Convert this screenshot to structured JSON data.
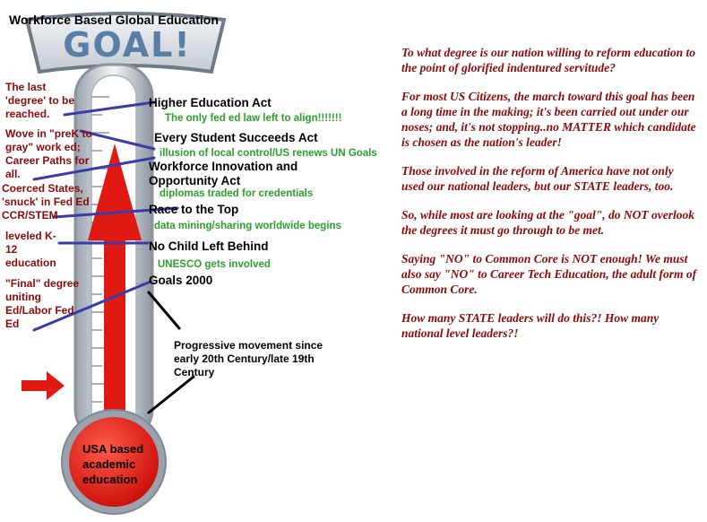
{
  "title": "Workforce Based Global Education",
  "goal_sign": "GOAL!",
  "acts": [
    {
      "label": "Higher Education Act"
    },
    {
      "label": "Every Student Succeeds Act"
    },
    {
      "label": "Workforce Innovation and Opportunity Act"
    },
    {
      "label": "Race to the Top"
    },
    {
      "label": "No Child Left Behind"
    },
    {
      "label": "Goals 2000"
    }
  ],
  "notes": [
    "The only fed ed law left to align!!!!!!!",
    "illusion of local control/US renews UN Goals",
    "diplomas traded for credentials",
    "data mining/sharing worldwide begins",
    "UNESCO gets involved"
  ],
  "left_labels": [
    "The last 'degree' to be reached.",
    "Wove in \"preK to gray\" work ed; Career Paths for all.",
    "Coerced States, 'snuck' in Fed Ed CCR/STEM",
    "leveled K-12 education",
    "\"Final\" degree uniting Ed/Labor Fed Ed"
  ],
  "progressive": "Progressive movement since early 20th Century/late 19th Century",
  "bulb_text": "USA based academic education",
  "right_paragraphs": [
    "To what degree is our nation willing to reform education to the point of glorified indentured servitude?",
    "For most US Citizens, the march toward this goal has been a long time in the making; it's been carried out under our noses; and, it's not stopping..no MATTER which candidate is chosen as the nation's leader!",
    "Those involved in the reform of America have not only used our national leaders, but our STATE leaders, too.",
    "So, while most are looking at the \"goal\", do NOT overlook the degrees it must go through to be met.",
    "Saying \"NO\" to Common Core is NOT enough! We must also say \"NO\" to Career Tech Education, the adult form of Common Core.",
    "How many STATE leaders will do this?! How many national level leaders?!"
  ],
  "colors": {
    "red": "#e01a12",
    "dark_red": "#8b0a0a",
    "green": "#2ba02b",
    "blue_line": "#3a3aa8",
    "sign_blue": "#5a7fa6"
  }
}
